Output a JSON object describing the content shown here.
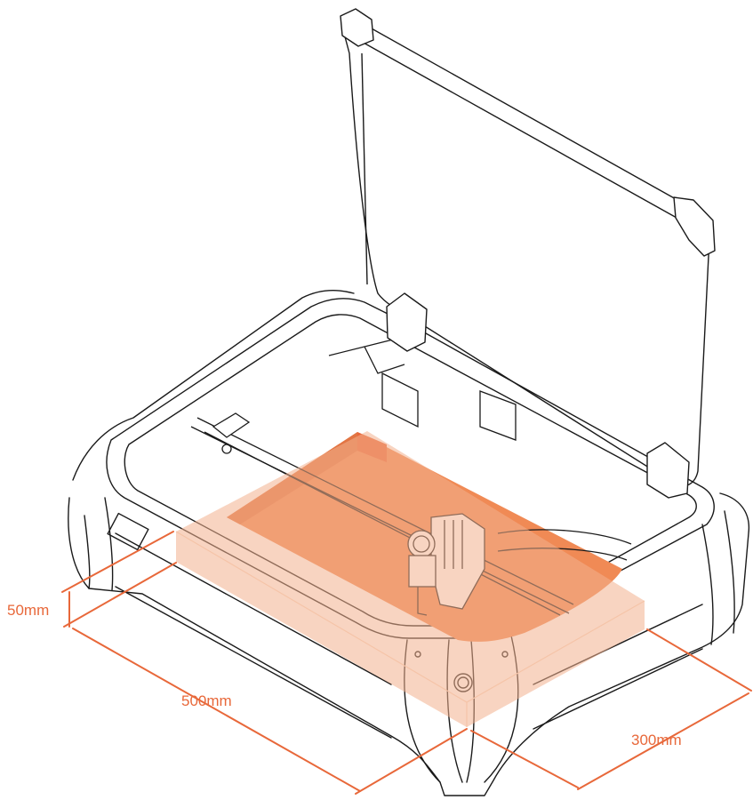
{
  "dimensions": {
    "height_label": "50mm",
    "width_label": "500mm",
    "depth_label": "300mm"
  },
  "colors": {
    "accent": "#e8683a",
    "work_area_fill": "#f08a55",
    "work_area_overlay": "#f3b08e",
    "line": "#1a1a1a"
  },
  "icons": {
    "machine": "laser-engraver-illustration"
  }
}
